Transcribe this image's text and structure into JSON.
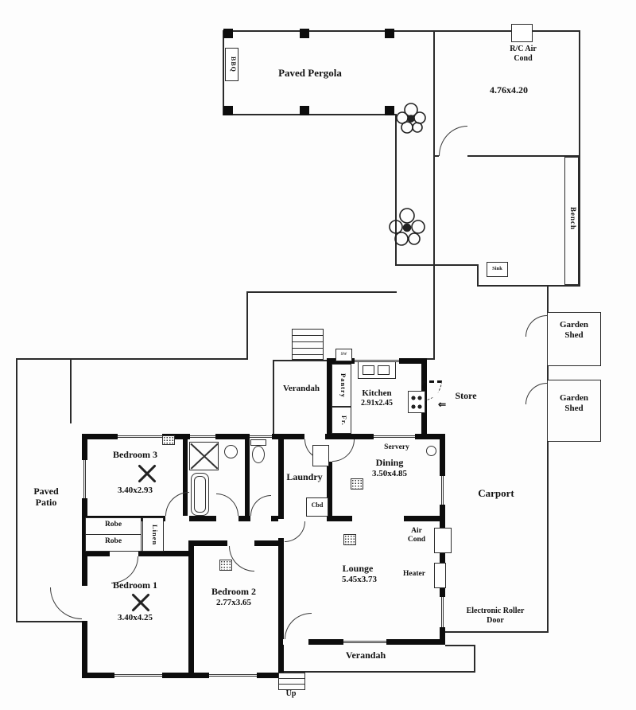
{
  "outdoor": {
    "pergola_label": "Paved Pergola",
    "bbq_label": "BBQ",
    "rc_air_cond_label": "R/C Air Cond",
    "garage_dim": "4.76x4.20",
    "bench_label": "Bench",
    "sink_label": "Sink",
    "shed1_label": "Garden Shed",
    "shed2_label": "Garden Shed",
    "carport_label": "Carport",
    "roller_door_label": "Electronic Roller Door",
    "patio_label": "Paved Patio",
    "store_label": "Store",
    "verandah_top_label": "Verandah",
    "verandah_bottom_label": "Verandah",
    "up_label": "Up",
    "sw_label": "sw"
  },
  "rooms": {
    "kitchen": {
      "name": "Kitchen",
      "dim": "2.91x2.45"
    },
    "dining": {
      "name": "Dining",
      "dim": "3.50x4.85"
    },
    "lounge": {
      "name": "Lounge",
      "dim": "5.45x3.73"
    },
    "bedroom1": {
      "name": "Bedroom 1",
      "dim": "3.40x4.25"
    },
    "bedroom2": {
      "name": "Bedroom 2",
      "dim": "2.77x3.65"
    },
    "bedroom3": {
      "name": "Bedroom 3",
      "dim": "3.40x2.93"
    },
    "laundry_label": "Laundry",
    "servery_label": "Servery",
    "pantry_label": "Pantry",
    "fridge_label": "Fr.",
    "cupboard_label": "Cbd",
    "robe1_label": "Robe",
    "robe2_label": "Robe",
    "linen_label": "Linen",
    "air_cond_label": "Air Cond",
    "heater_label": "Heater"
  },
  "icons": {
    "store_arrow": "⇐"
  }
}
